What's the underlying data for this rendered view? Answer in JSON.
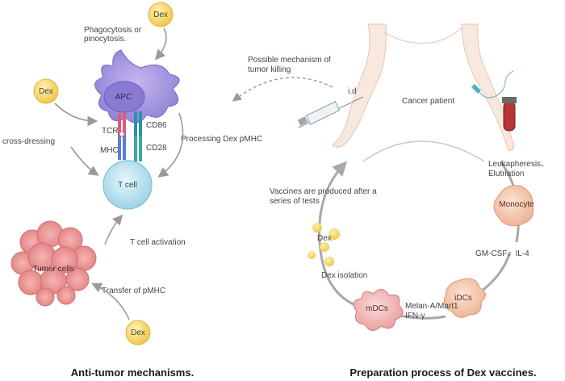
{
  "labels": {
    "dex": "Dex",
    "phago_line1": "Phagocytosis or",
    "phago_line2": "pinocytosis.",
    "apc": "APC",
    "tcr": "TCR",
    "mhc": "MHC",
    "cd86": "CD86",
    "cd28": "CD28",
    "cross_dressing": "cross-dressing",
    "processing": "Processing Dex pMHC",
    "tcell": "T cell",
    "tcell_activation": "T cell activation",
    "tumor_cells": "Tumor cells",
    "transfer": "Transfer of pMHC",
    "possible_line1": "Possible mechanism of",
    "possible_line2": "tumor killing",
    "id": "i.d",
    "cancer_patient": "Cancer patient",
    "leuka_line1": "Leukapheresis、",
    "leuka_line2": "Elutriation",
    "monocyte": "Monocyte",
    "gmcsf": "GM-CSF、IL-4",
    "idcs": "iDCs",
    "mdcs": "mDCs",
    "melan": "Melan-A/Mart1",
    "ifn": "IFN-γ",
    "dex_isolation": "Dex  isolation",
    "vacc_line1": "Vaccines are produced after a",
    "vacc_line2": "series of tests"
  },
  "captions": {
    "left": "Anti-tumor mechanisms.",
    "right": "Preparation process of Dex vaccines."
  }
}
